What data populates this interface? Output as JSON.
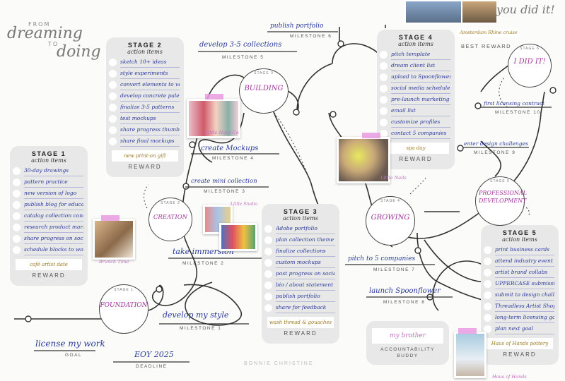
{
  "title": {
    "line1": "FROM",
    "line2": "dreaming",
    "line3": "TO",
    "line4": "doing"
  },
  "stages": [
    {
      "key": "s1",
      "header": "STAGE 1",
      "sub": "action items",
      "items": [
        "30-day drawings",
        "pattern practice",
        "new version of logo",
        "publish blog for education journey",
        "catalog collection concepts",
        "research product market for inspiration",
        "share progress on socials",
        "schedule blocks to work on inmersion"
      ],
      "reward": "café artist date",
      "reward_label": "REWARD"
    },
    {
      "key": "s2",
      "header": "STAGE 2",
      "sub": "action items",
      "items": [
        "sketch 10+ ideas",
        "style experiments",
        "convert elements to vector",
        "develop concrete palette",
        "finalize 3-5 patterns",
        "test mockups",
        "share progress thumbnails",
        "share final mockups"
      ],
      "reward": "new print-on gift",
      "reward_label": "REWARD"
    },
    {
      "key": "s3",
      "header": "STAGE 3",
      "sub": "action items",
      "items": [
        "Adobe portfolio",
        "plan collection theme",
        "finalize collections",
        "custom mockups",
        "post progress on socials",
        "bio / about statement",
        "publish portfolio",
        "share for feedback"
      ],
      "reward": "wash thread & gouaches",
      "reward_label": "REWARD"
    },
    {
      "key": "s4",
      "header": "STAGE 4",
      "sub": "action items",
      "items": [
        "pitch template",
        "dream client list",
        "upload to Spoonflower",
        "social media schedule",
        "pre-launch marketing plan",
        "email list",
        "customize profiles",
        "contact 5 companies"
      ],
      "reward": "spa day",
      "reward_label": "REWARD"
    },
    {
      "key": "s5",
      "header": "STAGE 5",
      "sub": "action items",
      "items": [
        "print business cards",
        "attend industry event",
        "artist brand collabs",
        "UPPERCASE submission",
        "submit to design challenges (Spoonflower, Etc)",
        "Threadless Artist Shop",
        "long-term licensing goals",
        "plan next goal"
      ],
      "reward": "Haus of Hands pottery",
      "reward_label": "REWARD"
    }
  ],
  "bubbles": {
    "b1": {
      "stage": "STAGE 1",
      "name": "FOUNDATION"
    },
    "b2": {
      "stage": "STAGE 2",
      "name": "CREATION"
    },
    "b3": {
      "stage": "STAGE 3",
      "name": "BUILDING"
    },
    "b4": {
      "stage": "STAGE 4",
      "name": "GROWING"
    },
    "b5": {
      "stage": "STAGE 5",
      "name": "PROFESSIONAL DEVELOPMENT"
    },
    "b6": {
      "stage": "STAGE 6",
      "name": "I DID IT!"
    }
  },
  "milestones": {
    "goal": {
      "text": "license my work",
      "label": "GOAL"
    },
    "deadline": {
      "text": "EOY 2025",
      "label": "DEADLINE"
    },
    "m1": {
      "text": "develop my style",
      "label": "MILESTONE 1"
    },
    "m2": {
      "text": "take immersion",
      "label": "MILESTONE 2"
    },
    "m3": {
      "text": "create mini collection",
      "label": "MILESTONE 3"
    },
    "m4": {
      "text": "create Mockups",
      "label": "MILESTONE 4"
    },
    "m5": {
      "text": "develop 3-5 collections",
      "label": "MILESTONE 5"
    },
    "m6": {
      "text": "publish portfolio",
      "label": "MILESTONE 6"
    },
    "m7": {
      "text": "pitch to 5 companies",
      "label": "MILESTONE 7"
    },
    "m8": {
      "text": "launch Spoonflower",
      "label": "MILESTONE 8"
    },
    "m9": {
      "text": "enter design challenges",
      "label": "MILESTONE 9"
    },
    "m10": {
      "text": "first licensing contract",
      "label": "MILESTONE 10"
    }
  },
  "best_reward": {
    "text": "Amsterdam Rhine cruise",
    "label": "BEST REWARD"
  },
  "you_did_it": "you did it!",
  "accountability": {
    "text": "my brother",
    "label": "ACCOUNTABILITY BUDDY"
  },
  "credit": "BONNIE CHRISTINE",
  "captions": {
    "brunch": "Brunch Time",
    "nails1": "Little Nails Co",
    "studio": "Little Studio",
    "nails2": "Little Nails",
    "hands": "Haus of Hands"
  }
}
